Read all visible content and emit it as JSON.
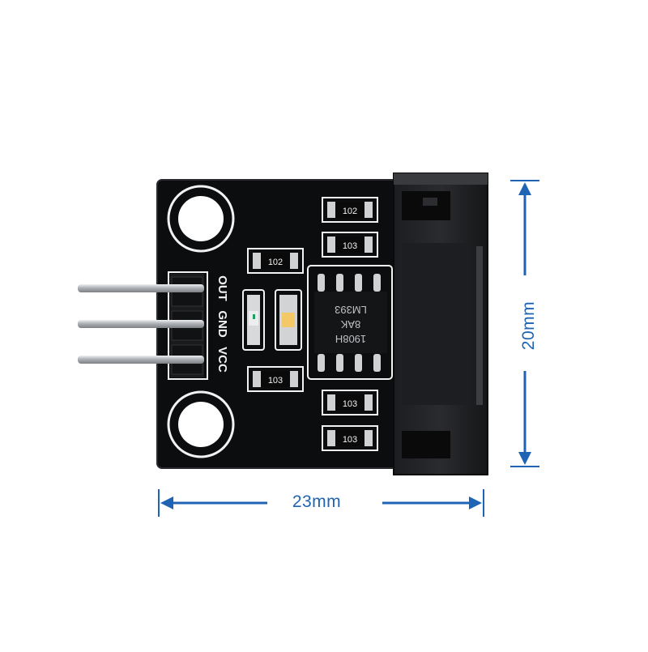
{
  "board": {
    "pin_labels": [
      "OUT",
      "GND",
      "VCC"
    ],
    "resistor_codes": [
      "102",
      "103",
      "102",
      "103",
      "103",
      "103"
    ],
    "ic_markings": [
      "1908H",
      "8AK",
      "LM393"
    ]
  },
  "dimensions": {
    "width_label": "23mm",
    "height_label": "20mm",
    "color": "#1f63b4"
  },
  "colors": {
    "pcb": "#0c0d0f",
    "silkscreen": "#f2f2f2",
    "pin_metal": "#b9bcc0"
  }
}
